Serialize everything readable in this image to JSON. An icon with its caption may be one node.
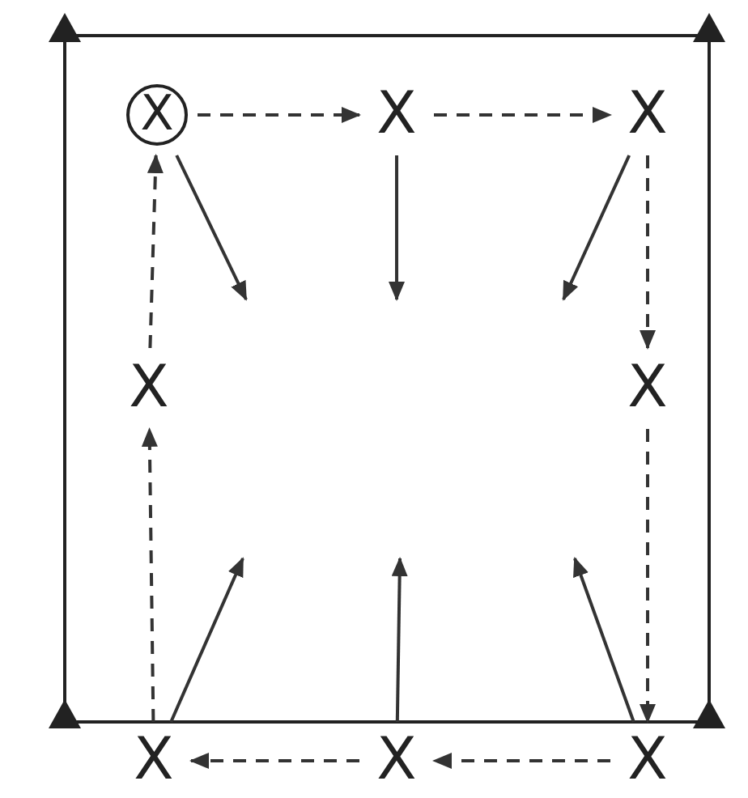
{
  "diagram": {
    "nodes": [
      {
        "text": [
          "X"
        ]
      },
      {
        "text": [
          "X"
        ]
      },
      {
        "text": [
          "X"
        ]
      },
      {
        "text": [
          "X"
        ]
      },
      {
        "text": [
          "X"
        ]
      },
      {
        "text": [
          "X"
        ]
      },
      {
        "text": [
          "X"
        ]
      },
      {
        "text": [
          "X"
        ]
      }
    ],
    "edges": [
      {
        "from": 0,
        "to": 1,
        "arrow": "to",
        "style": "dashed"
      },
      {
        "from": 1,
        "to": 2,
        "arrow": "to",
        "style": "dashed"
      },
      {
        "from": 2,
        "to": 4,
        "arrow": "to",
        "style": "dashed"
      },
      {
        "from": 4,
        "to": 7,
        "arrow": "to",
        "style": "dashed"
      },
      {
        "from": 7,
        "to": 6,
        "arrow": "to",
        "style": "dashed"
      },
      {
        "from": 6,
        "to": 5,
        "arrow": "to",
        "style": "dashed"
      },
      {
        "from": 5,
        "to": 3,
        "arrow": "to",
        "style": "dashed"
      },
      {
        "from": 3,
        "to": 0,
        "arrow": "to",
        "style": "dashed"
      },
      {
        "from": 0,
        "to": null,
        "arrow": "to"
      },
      {
        "from": 1,
        "to": null,
        "arrow": "to"
      },
      {
        "from": 2,
        "to": null,
        "arrow": "to"
      },
      {
        "from": 5,
        "to": null,
        "arrow": "to"
      },
      {
        "from": 6,
        "to": null,
        "arrow": "to"
      },
      {
        "from": 7,
        "to": null,
        "arrow": "to"
      }
    ]
  }
}
